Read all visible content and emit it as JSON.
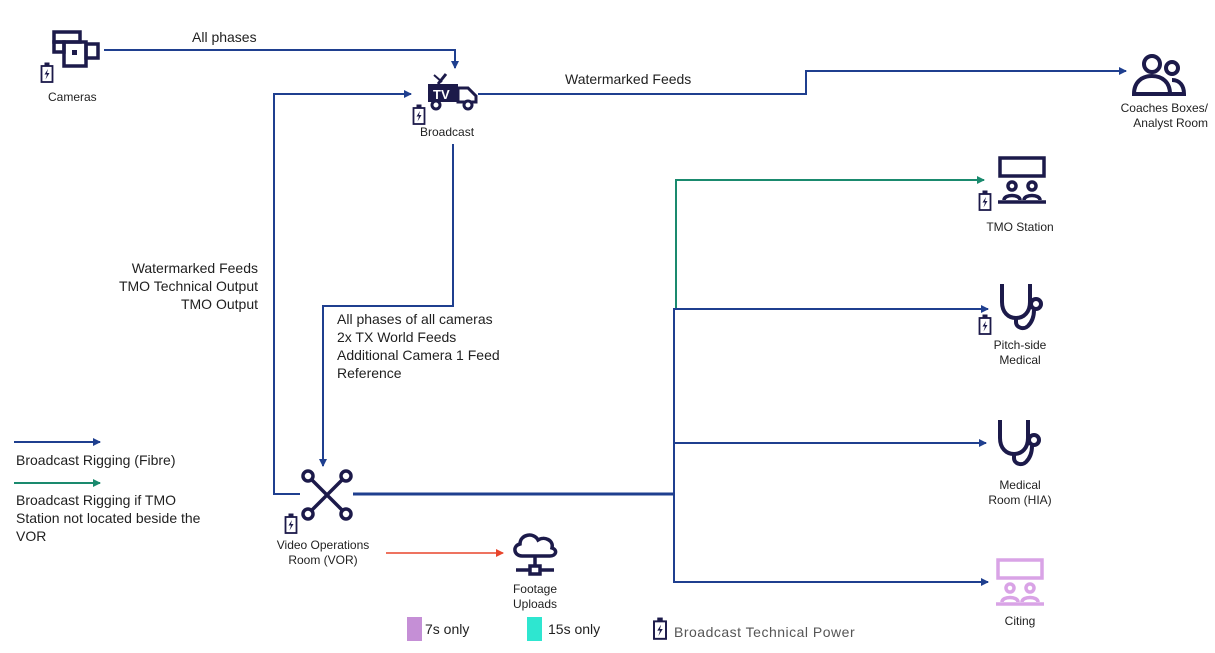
{
  "nodes": {
    "cameras": "Cameras",
    "broadcast": "Broadcast",
    "coaches_1": "Coaches Boxes/",
    "coaches_2": "Analyst Room",
    "tmo_station": "TMO Station",
    "pitchside_1": "Pitch-side",
    "pitchside_2": "Medical",
    "medical_room_1": "Medical",
    "medical_room_2": "Room (HIA)",
    "citing": "Citing",
    "vor_1": "Video Operations",
    "vor_2": "Room (VOR)",
    "footage_1": "Footage",
    "footage_2": "Uploads"
  },
  "edges": {
    "all_phases": "All phases",
    "watermarked_feeds": "Watermarked Feeds",
    "return_1": "Watermarked Feeds",
    "return_2": "TMO Technical Output",
    "return_3": "TMO Output",
    "down_1": "All phases of all cameras",
    "down_2": "2x TX World Feeds",
    "down_3": "Additional Camera 1 Feed",
    "down_4": "Reference"
  },
  "legend": {
    "fibre": "Broadcast Rigging (Fibre)",
    "tmo_1": "Broadcast Rigging if TMO",
    "tmo_2": "Station not located beside the",
    "tmo_3": "VOR",
    "sevens": "7s only",
    "fifteens": "15s only",
    "power": "Broadcast Technical Power"
  },
  "colors": {
    "fibre": "#1f3f8f",
    "tmo_rigging": "#1a8a6e",
    "upload_arrow": "#e8452c",
    "icon_dark": "#1c1a4a",
    "sevens_only": "#c58fd6",
    "fifteens_only": "#2ee6d0",
    "citing_icon": "#d9a3e6"
  },
  "icons": {
    "cameras": "video-camera-icon",
    "broadcast": "tv-truck-icon",
    "coaches": "users-icon",
    "tmo_station": "screen-desk-icon",
    "pitchside": "stethoscope-icon",
    "medical_room": "stethoscope-icon",
    "citing": "screen-desk-icon",
    "vor": "network-hub-icon",
    "footage": "cloud-upload-icon",
    "power": "battery-power-icon"
  }
}
